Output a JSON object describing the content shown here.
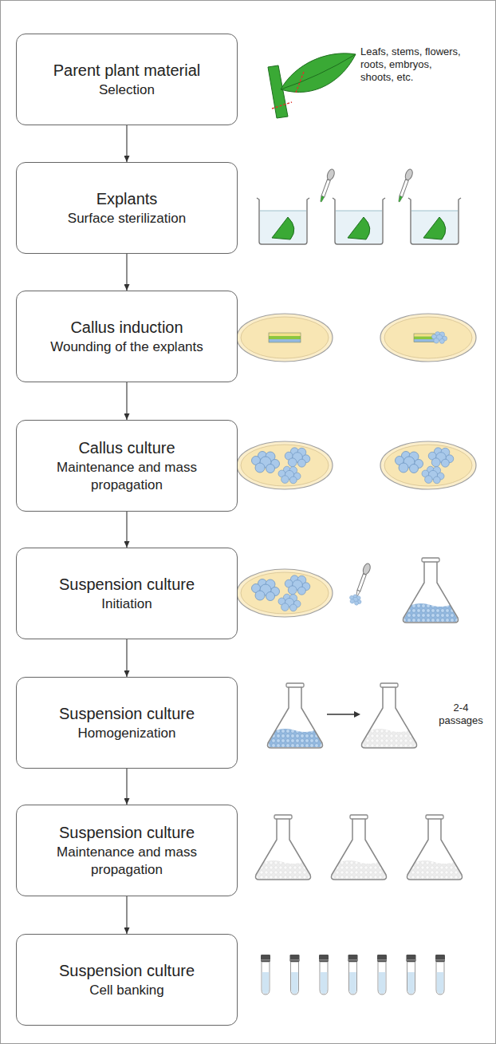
{
  "diagram": {
    "nodes": [
      {
        "text": [
          "Parent plant material",
          "Selection"
        ]
      },
      {
        "text": [
          "Explants",
          "Surface sterilization"
        ]
      },
      {
        "text": [
          "Callus induction",
          "Wounding of the explants"
        ]
      },
      {
        "text": [
          "Callus culture",
          "Maintenance and mass propagation"
        ]
      },
      {
        "text": [
          "Suspension culture",
          "Initiation"
        ]
      },
      {
        "text": [
          "Suspension culture",
          "Homogenization"
        ]
      },
      {
        "text": [
          "Suspension culture",
          "Maintenance and mass propagation"
        ]
      },
      {
        "text": [
          "Suspension culture",
          "Cell banking"
        ]
      }
    ],
    "edges": [
      {
        "from": 0,
        "to": 1,
        "arrow": "to"
      },
      {
        "from": 1,
        "to": 2,
        "arrow": "to"
      },
      {
        "from": 2,
        "to": 3,
        "arrow": "to"
      },
      {
        "from": 3,
        "to": 4,
        "arrow": "to"
      },
      {
        "from": 4,
        "to": 5,
        "arrow": "to"
      },
      {
        "from": 5,
        "to": 6,
        "arrow": "to"
      },
      {
        "from": 6,
        "to": 7,
        "arrow": "to"
      }
    ],
    "labels": [
      "Leafs, stems, flowers, roots, embryos, shoots, etc.",
      "2-4 passages"
    ]
  }
}
